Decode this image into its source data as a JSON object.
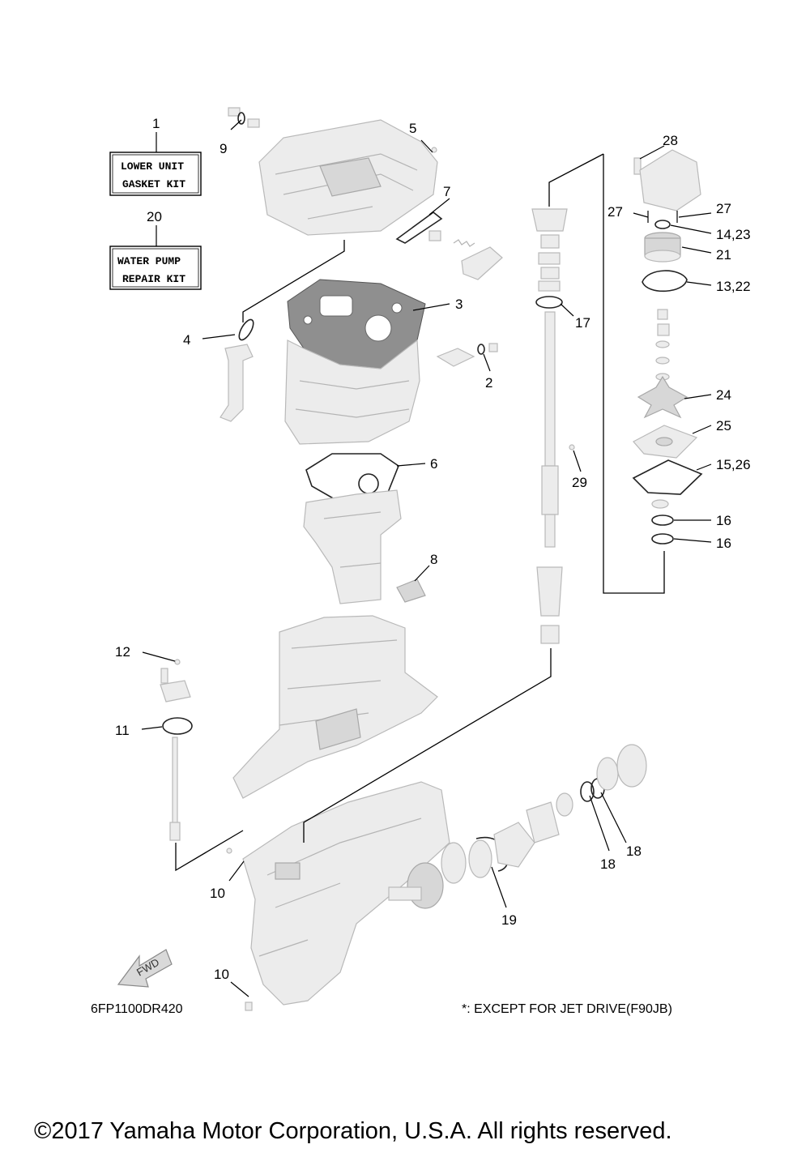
{
  "kits": {
    "lower_unit": {
      "number": "1",
      "line1": "LOWER UNIT",
      "line2": "GASKET KIT"
    },
    "water_pump": {
      "number": "20",
      "line1": "WATER PUMP",
      "line2": "REPAIR KIT"
    }
  },
  "callouts": {
    "c2": "2",
    "c3": "3",
    "c4": "4",
    "c5": "5",
    "c6": "6",
    "c7": "7",
    "c8": "8",
    "c9": "9",
    "c10a": "10",
    "c10b": "10",
    "c11": "11",
    "c12": "12",
    "c13_22": "13,22",
    "c14_23": "14,23",
    "c15_26": "15,26",
    "c16a": "16",
    "c16b": "16",
    "c17": "17",
    "c18a": "18",
    "c18b": "18",
    "c19": "19",
    "c21": "21",
    "c24": "24",
    "c25": "25",
    "c27a": "27",
    "c27b": "27",
    "c28": "28",
    "c29": "29"
  },
  "fwd_label": "FWD",
  "diagram_code": "6FP1100DR420",
  "footnote": "*: EXCEPT FOR JET DRIVE(F90JB)",
  "copyright": "©2017 Yamaha Motor Corporation, U.S.A. All rights reserved."
}
